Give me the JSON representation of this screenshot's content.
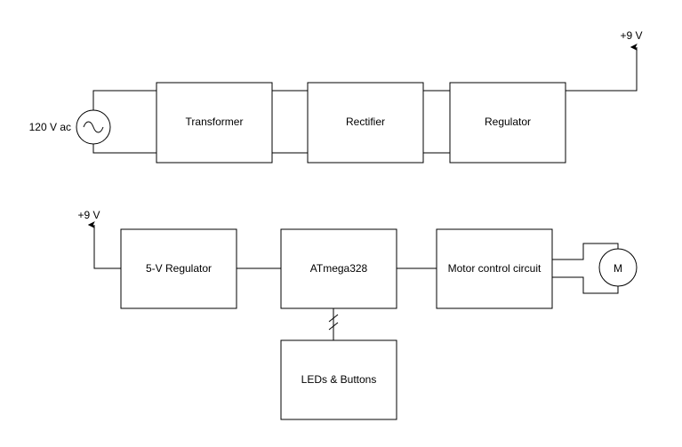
{
  "colors": {
    "stroke": "#000000",
    "background": "#ffffff"
  },
  "power_supply": {
    "source_label": "120 V ac",
    "source_icon": "ac-source-icon",
    "blocks": [
      "Transformer",
      "Rectifier",
      "Regulator"
    ],
    "output_label": "+9 V"
  },
  "controller": {
    "input_label": "+9 V",
    "blocks": [
      "5-V Regulator",
      "ATmega328",
      "Motor control circuit"
    ],
    "io_block": "LEDs & Buttons",
    "motor_label": "M",
    "motor_icon": "motor-icon"
  }
}
